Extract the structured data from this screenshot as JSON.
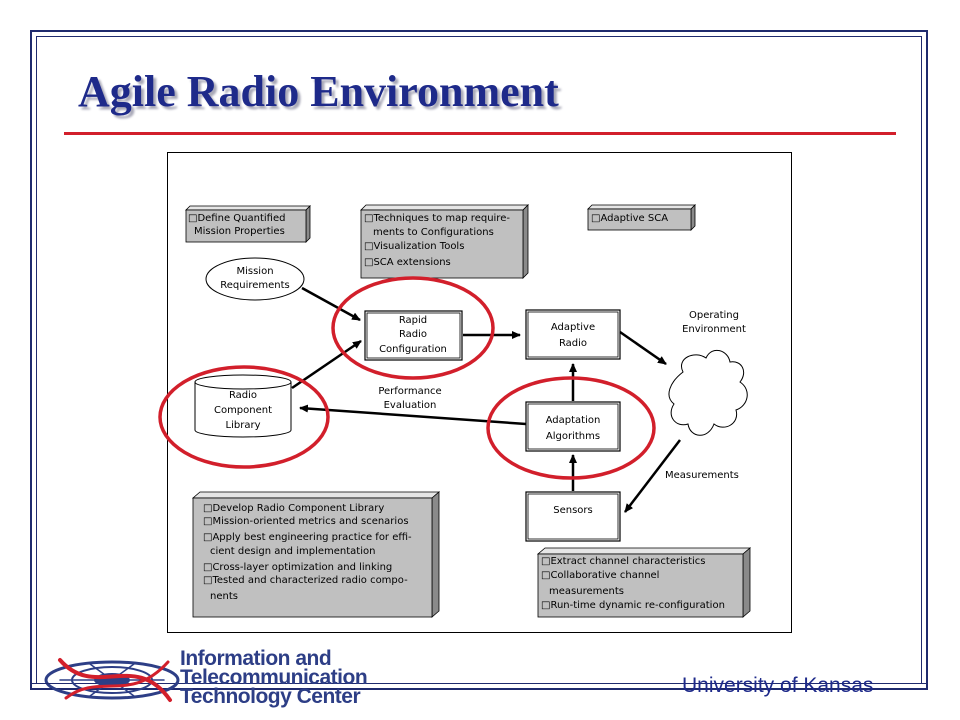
{
  "slide": {
    "title": "Agile Radio Environment",
    "footer_university": "University of Kansas",
    "logo_lines": [
      "Information and",
      "Telecommunication",
      "Technology Center"
    ]
  },
  "colors": {
    "title": "#1e2a8a",
    "accent_red": "#d21f2b",
    "note_gray": "#c0c0c0",
    "frame": "#1f2a6e"
  },
  "diagram": {
    "notes": {
      "mission_props": [
        "□Define Quantified",
        "Mission Properties"
      ],
      "techniques": [
        "□Techniques to map require-",
        "ments to Configurations",
        "□Visualization Tools",
        "□SCA extensions"
      ],
      "adaptive_sca": [
        "□Adaptive SCA"
      ],
      "develop": [
        "□Develop Radio Component Library",
        "□Mission-oriented metrics and scenarios",
        "□Apply best engineering practice for effi-",
        "cient design and implementation",
        "□Cross-layer optimization and linking",
        "□Tested and characterized radio compo-",
        "nents"
      ],
      "extract": [
        "□Extract channel characteristics",
        "□Collaborative channel",
        "measurements",
        "□Run-time dynamic re-configuration"
      ]
    },
    "nodes": {
      "mission_requirements": [
        "Mission",
        "Requirements"
      ],
      "rapid_radio_configuration": [
        "Rapid",
        "Radio",
        "Configuration"
      ],
      "adaptive_radio": [
        "Adaptive",
        "Radio"
      ],
      "operating_environment": [
        "Operating",
        "Environment"
      ],
      "radio_component_library": [
        "Radio",
        "Component",
        "Library"
      ],
      "adaptation_algorithms": [
        "Adaptation",
        "Algorithms"
      ],
      "sensors": [
        "Sensors"
      ]
    },
    "edge_labels": {
      "performance_evaluation": [
        "Performance",
        "Evaluation"
      ],
      "measurements": [
        "Measurements"
      ]
    }
  }
}
